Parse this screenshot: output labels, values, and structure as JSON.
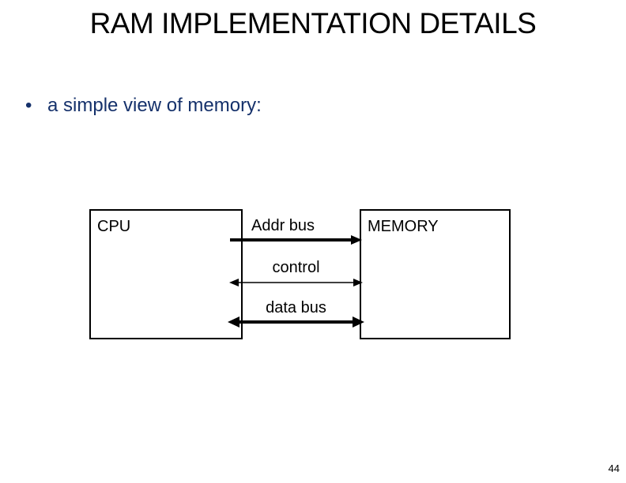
{
  "slide": {
    "title": "RAM IMPLEMENTATION DETAILS",
    "page_number": "44",
    "background_color": "#ffffff",
    "title_color": "#000000",
    "bullet_color": "#15316B",
    "diagram_color": "#000000"
  },
  "bullet": {
    "marker": "•",
    "text": "a simple view of memory:"
  },
  "diagram": {
    "cpu_label": "CPU",
    "memory_label": "MEMORY",
    "buses": [
      {
        "label": "Addr bus",
        "direction": "right",
        "weight": "thick"
      },
      {
        "label": "control",
        "direction": "both",
        "weight": "thin"
      },
      {
        "label": "data bus",
        "direction": "both",
        "weight": "thick"
      }
    ]
  }
}
